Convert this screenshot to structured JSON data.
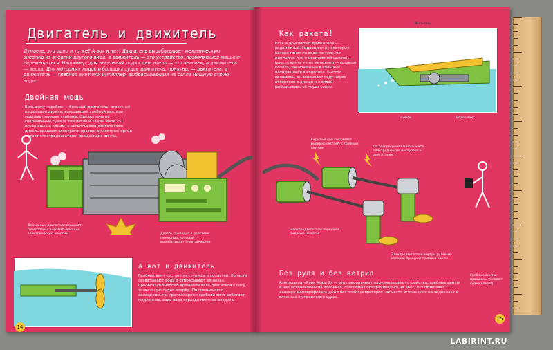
{
  "left_page": {
    "title": "Двигатель и движитель",
    "intro": "Думаете, это одно и то же? А вот и нет! Двигатель вырабатывает механическую энергию из энергии другого вида, а движитель — это устройство, позволяющее машине перемещаться. Например, для весельной лодки двигатель — это человек, а движитель — весла. Для моторных лодок и больших судов двигатель, понятно, — двигатель, а движитель — гребной винт или импеллер, выбрасывающий из сопла мощную струю воды.",
    "section1_heading": "Двойная мощь",
    "section1_text": "Большому кораблю — большой двигатель: огромный поршневой дизель, вращающий гребной вал, или мощные паровые турбины. Однако многие современные суда (в том числе и «Куин Мэри 2») оснащены не одним, а несколькими двигателями: дизель вращает электрогенератор, а электроэнергия питает электродвигатели, вращающие винты.",
    "label_generators": "Дизельные двигатели вращают генераторы, вырабатывающие электрическую энергию",
    "label_engine": "Дизель приводит в действие генератор, который вырабатывает электричество",
    "section2_heading": "А вот и движитель",
    "section2_text": "Гребной винт состоит из ступицы и лопастей. Лопасти захватывают воду и отбрасывают её назад, преобразуя энергию вращения вала двигателя в силу, толкающую судно вперёд. По сравнению с авиационными пропеллерами гребной винт работает медленнее, ведь вода гораздо плотнее воздуха.",
    "page_number": "14"
  },
  "right_page": {
    "section3_heading": "Как ракета!",
    "section3_text": "Есть и другой тип движителя — водомётный. Гидроцикл и некоторые катера гонят по воде по тому же принципу, что и реактивный самолёт: вместо винта у них импеллер — водяное колесо, заключённый в кольцо и находящийся в водотоке. Быстро вращаясь, он всасывает воду через отверстие в днище и с силой выбрасывает её через сопло.",
    "label_impeller": "Импеллер",
    "label_nozzle": "Сопло",
    "label_intake": "Водозабор",
    "label_shaft": "Скрытый вал соединяет рулевую систему с гребным винтом",
    "label_power": "От распределительного щита электроэнергия поступает к двигателям",
    "label_motors": "Электродвигатели передают энергию на валы",
    "label_pods": "Электродвигатели внутри рулевых колонок вращают гребные винты",
    "label_props": "Гребные винты, вращаясь, толкают судно вперёд",
    "section4_heading": "Без руля и без ветрил",
    "section4_text": "Азиподы на «Куин Мэри 2» — это поворотные подруливающие устройства: гребные винты в них установлены на колонках, способных поворачиваться на 360°, что позволяет лайнеру маневрировать даже без помощи буксиров. Их часто используют на ледоколах и сложных в управлении судах.",
    "page_number": "15"
  },
  "watermark": "LABIRINT.RU",
  "colors": {
    "page": "#e0335f",
    "machine": "#7fc242",
    "machine_dark": "#4e8a1f",
    "accent": "#f2c230"
  },
  "icons": [
    "ship-engine-illustration",
    "jet-ski-illustration",
    "azipod-illustration",
    "stick-figure-icon",
    "ruler"
  ]
}
